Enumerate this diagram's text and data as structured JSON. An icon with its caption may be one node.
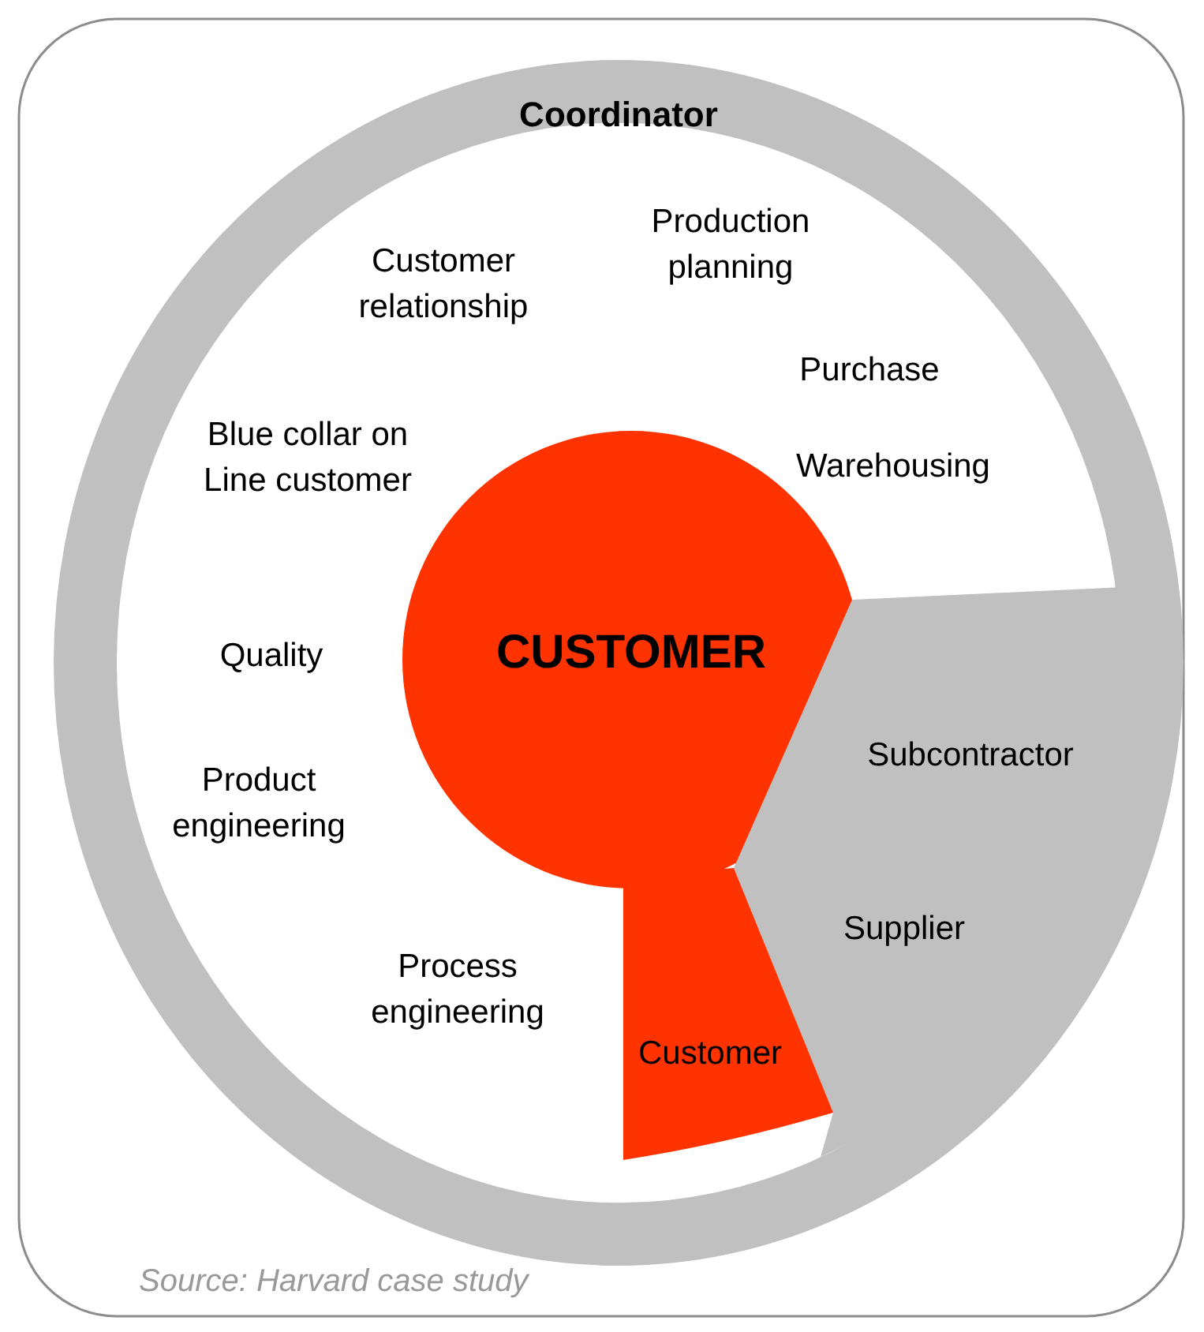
{
  "diagram": {
    "caption": "Source: Harvard case study",
    "nodes": [
      {
        "text": [
          "Coordinator"
        ]
      },
      {
        "text": [
          "CUSTOMER"
        ],
        "in": 0
      },
      {
        "text": [
          "Subcontractor",
          "Supplier"
        ],
        "in": 0
      },
      {
        "text": [
          "Customer"
        ],
        "in": 0
      }
    ],
    "labels": [
      "Production planning",
      "Customer relationship",
      "Purchase",
      "Blue collar on Line customer",
      "Warehousing",
      "Quality",
      "Product engineering",
      "Process engineering"
    ]
  }
}
